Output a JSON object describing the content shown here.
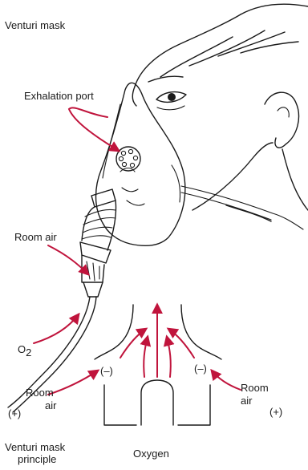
{
  "colors": {
    "ink": "#1a1a1a",
    "arrow": "#c0143c",
    "background": "#ffffff"
  },
  "labels": {
    "title": "Venturi mask",
    "exhalation_port": "Exhalation port",
    "room_air_upper": "Room air",
    "o2_main": "O",
    "o2_sub": "2",
    "minus_left": "(–)",
    "minus_right": "(–)",
    "room_air_left_line1": "Room",
    "room_air_left_line2": "air",
    "room_air_right_line1": "Room",
    "room_air_right_line2": "air",
    "plus_left": "(+)",
    "plus_right": "(+)",
    "principle_line1": "Venturi mask",
    "principle_line2": "principle",
    "oxygen": "Oxygen"
  },
  "icons": [
    "face-profile-drawing",
    "oxygen-mask-drawing",
    "venturi-nozzle-diagram"
  ]
}
